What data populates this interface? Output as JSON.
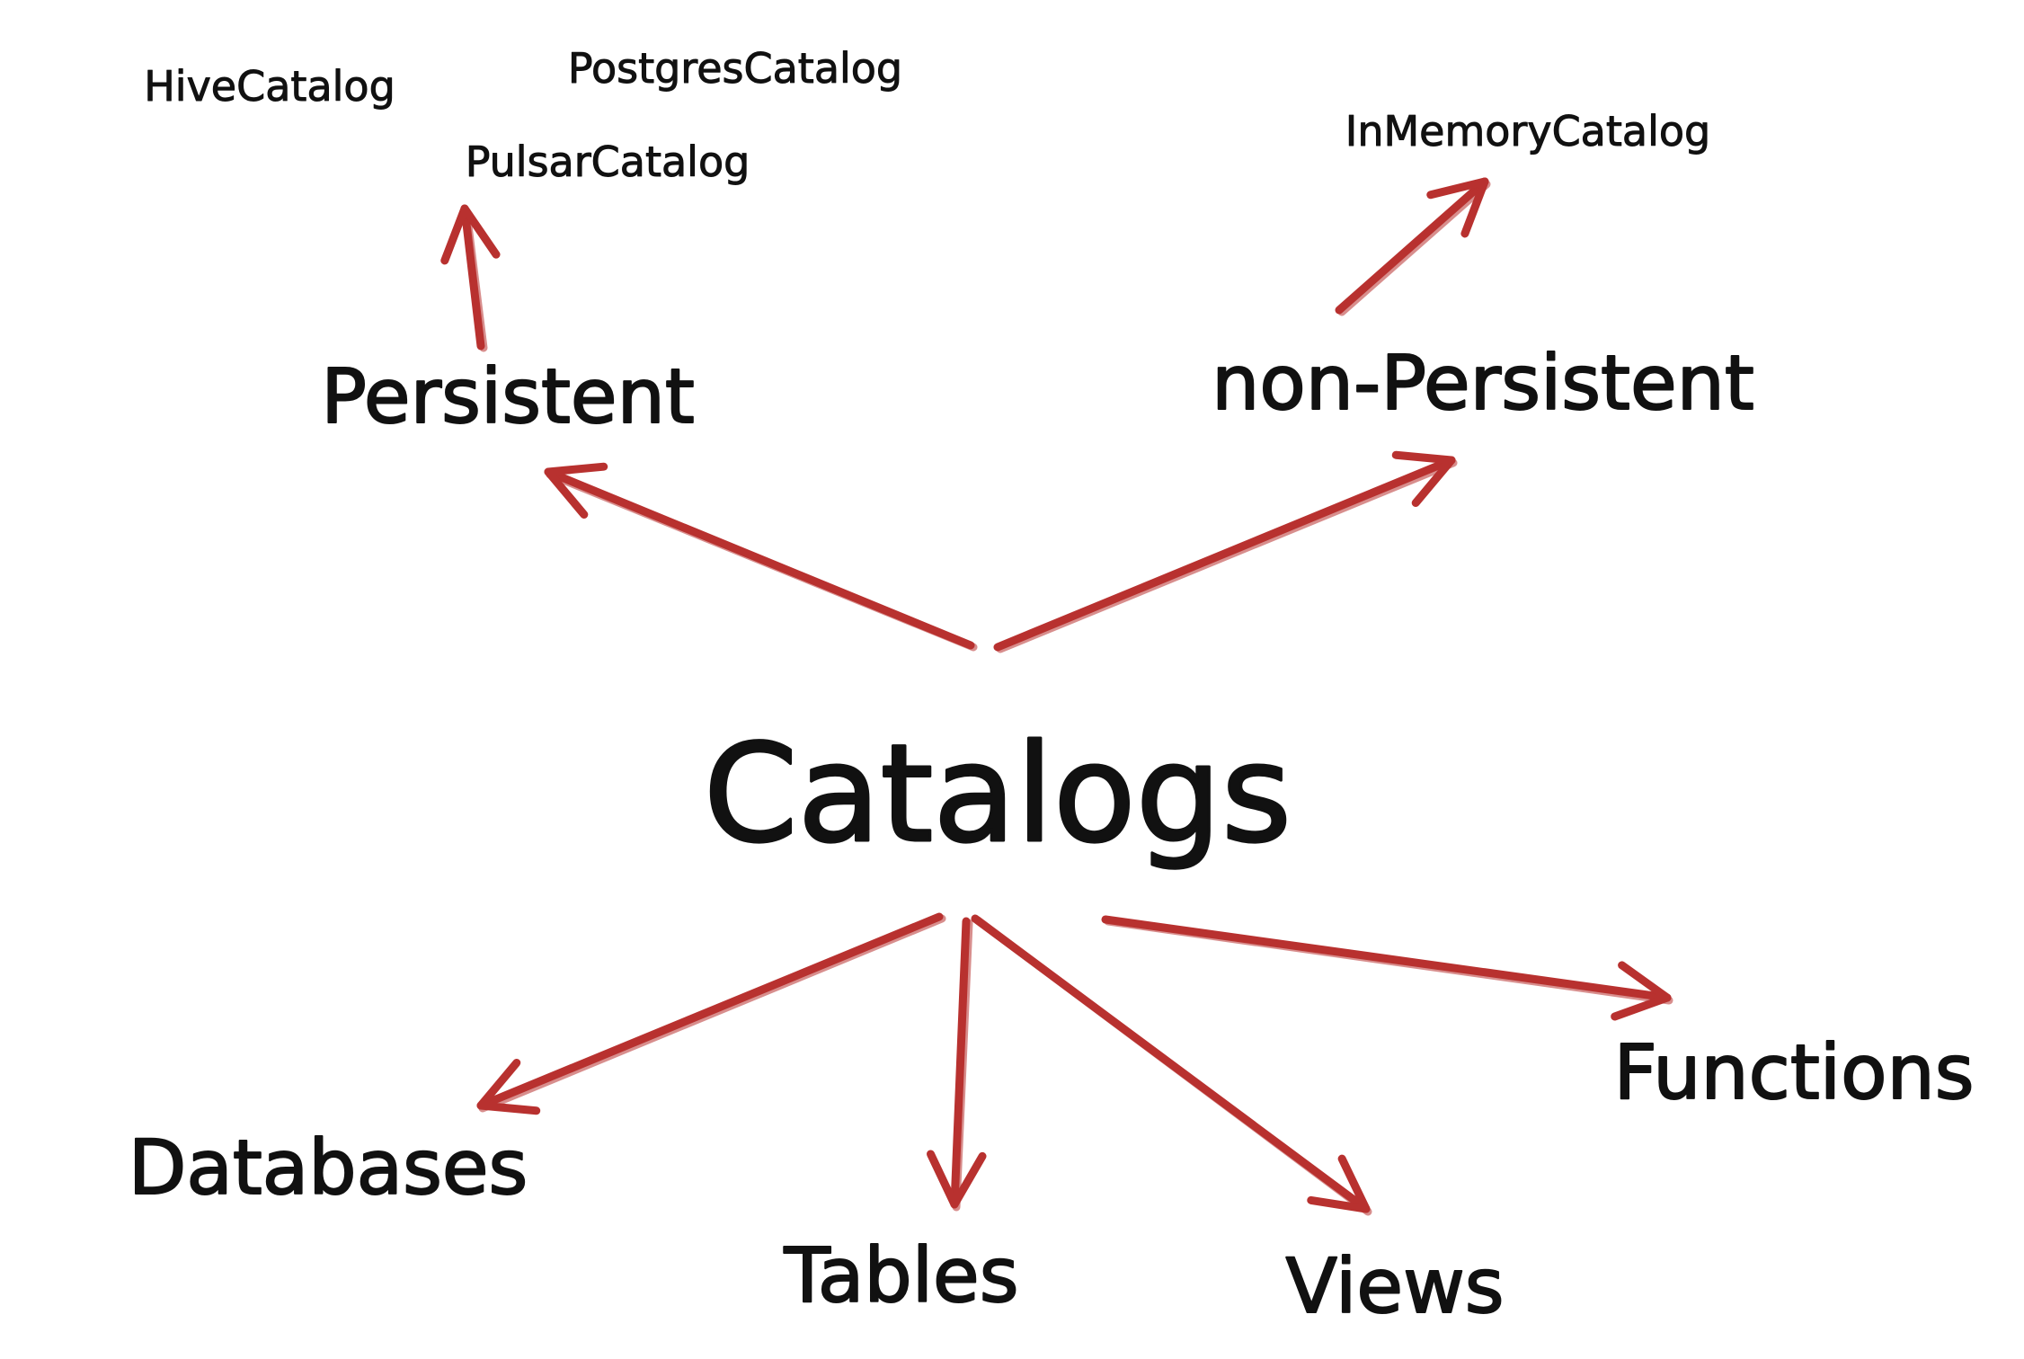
{
  "diagram": {
    "center": "Catalogs",
    "categories": {
      "persistent": "Persistent",
      "non_persistent": "non-Persistent"
    },
    "persistent_examples": [
      "HiveCatalog",
      "PostgresCatalog",
      "PulsarCatalog"
    ],
    "non_persistent_examples": [
      "InMemoryCatalog"
    ],
    "contents": [
      "Databases",
      "Tables",
      "Views",
      "Functions"
    ],
    "edges": [
      {
        "from": "Catalogs",
        "to": "Persistent"
      },
      {
        "from": "Catalogs",
        "to": "non-Persistent"
      },
      {
        "from": "Persistent",
        "to": "PulsarCatalog"
      },
      {
        "from": "non-Persistent",
        "to": "InMemoryCatalog"
      },
      {
        "from": "Catalogs",
        "to": "Databases"
      },
      {
        "from": "Catalogs",
        "to": "Tables"
      },
      {
        "from": "Catalogs",
        "to": "Views"
      },
      {
        "from": "Catalogs",
        "to": "Functions"
      }
    ]
  },
  "colors": {
    "arrow": "#b8312f",
    "text": "#111111",
    "background": "#ffffff"
  }
}
